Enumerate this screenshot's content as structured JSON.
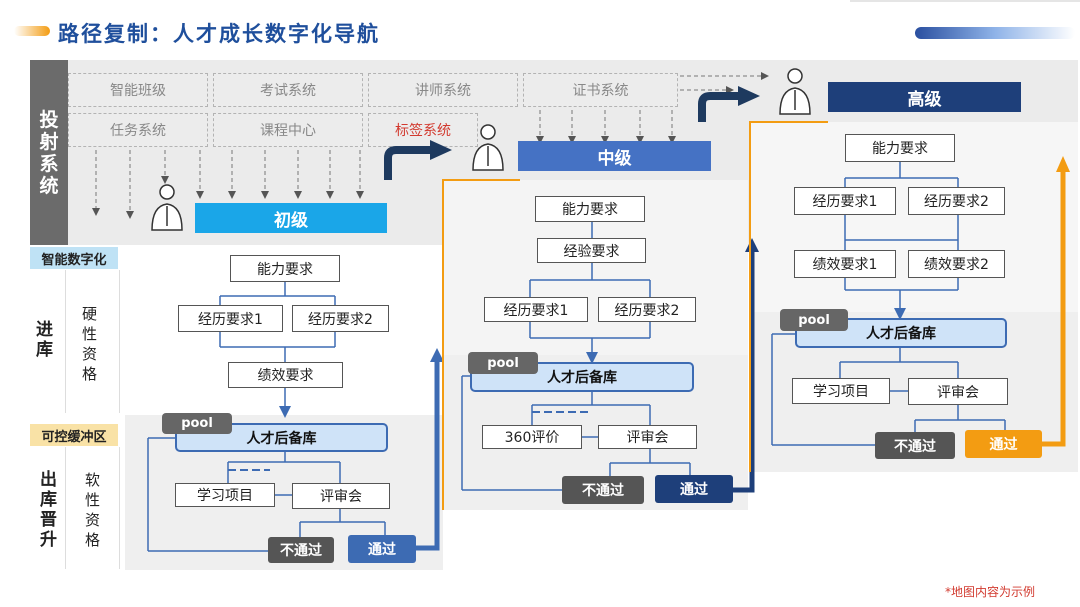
{
  "header": {
    "title": "路径复制：人才成长数字化导航"
  },
  "mapping": {
    "side_label": [
      "投",
      "射",
      "系",
      "统"
    ],
    "systems": [
      "智能班级",
      "考试系统",
      "讲师系统",
      "证书系统",
      "任务系统",
      "课程中心",
      "标签系统"
    ]
  },
  "left_labels": {
    "smart_tag": "智能数字化",
    "in_title": [
      "进",
      "库"
    ],
    "hard_req": [
      "硬",
      "性",
      "资",
      "格"
    ],
    "buffer_tag": "可控缓冲区",
    "out_title": [
      "出",
      "库",
      "晋",
      "升"
    ],
    "soft_req": [
      "软",
      "性",
      "资",
      "格"
    ]
  },
  "levels": {
    "junior": {
      "name": "初级",
      "ability": "能力要求",
      "exp1": "经历要求1",
      "exp2": "经历要求2",
      "perf": "绩效要求",
      "pool": "pool",
      "reserve": "人才后备库",
      "study": "学习项目",
      "review": "评审会",
      "fail": "不通过",
      "pass": "通过"
    },
    "middle": {
      "name": "中级",
      "ability": "能力要求",
      "experience": "经验要求",
      "exp1": "经历要求1",
      "exp2": "经历要求2",
      "pool": "pool",
      "reserve": "人才后备库",
      "eval360": "360评价",
      "review": "评审会",
      "fail": "不通过",
      "pass": "通过"
    },
    "senior": {
      "name": "高级",
      "ability": "能力要求",
      "exp1": "经历要求1",
      "exp2": "经历要求2",
      "perf1": "绩效要求1",
      "perf2": "绩效要求2",
      "pool": "pool",
      "reserve": "人才后备库",
      "study": "学习项目",
      "review": "评审会",
      "fail": "不通过",
      "pass": "通过"
    }
  },
  "footnote": "*地图内容为示例",
  "colors": {
    "title": "#1f4f9c",
    "junior_head": "#1aa6e8",
    "middle_head": "#4572c4",
    "senior_head": "#1e3f7a",
    "orange": "#f39c12",
    "blue_line": "#3d6bb3"
  }
}
